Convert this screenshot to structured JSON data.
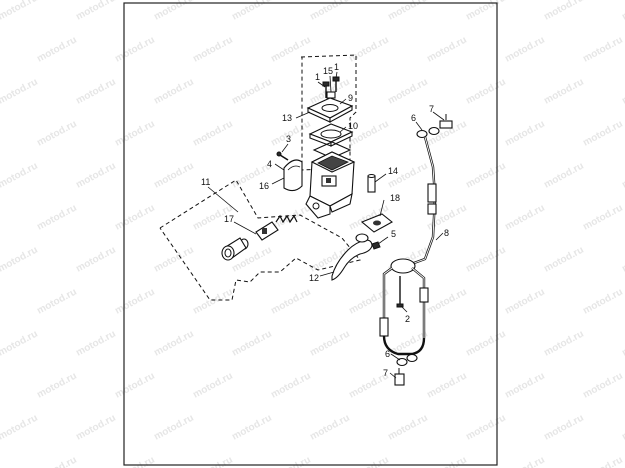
{
  "watermark": "motod.ru",
  "callouts": {
    "c1a": "1",
    "c15": "15",
    "c1b": "1",
    "c9": "9",
    "c13": "13",
    "c10": "10",
    "c3": "3",
    "c4": "4",
    "c16": "16",
    "c14": "14",
    "c11": "11",
    "c17": "17",
    "c18": "18",
    "c5": "5",
    "c12": "12",
    "c7a": "7",
    "c6a": "6",
    "c8": "8",
    "c2": "2",
    "c6b": "6",
    "c7b": "7"
  }
}
